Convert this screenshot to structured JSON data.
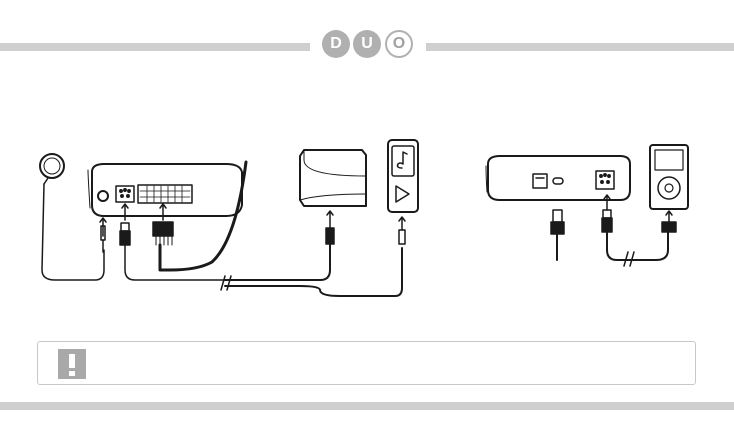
{
  "header": {
    "logo": {
      "letters": [
        "D",
        "U",
        "O"
      ]
    }
  },
  "notice": {
    "icon": "exclamation-icon",
    "text": ""
  },
  "colors": {
    "bar": "#cfcfcf",
    "line": "#1a1a1a",
    "warning": "#a9a9a9"
  }
}
